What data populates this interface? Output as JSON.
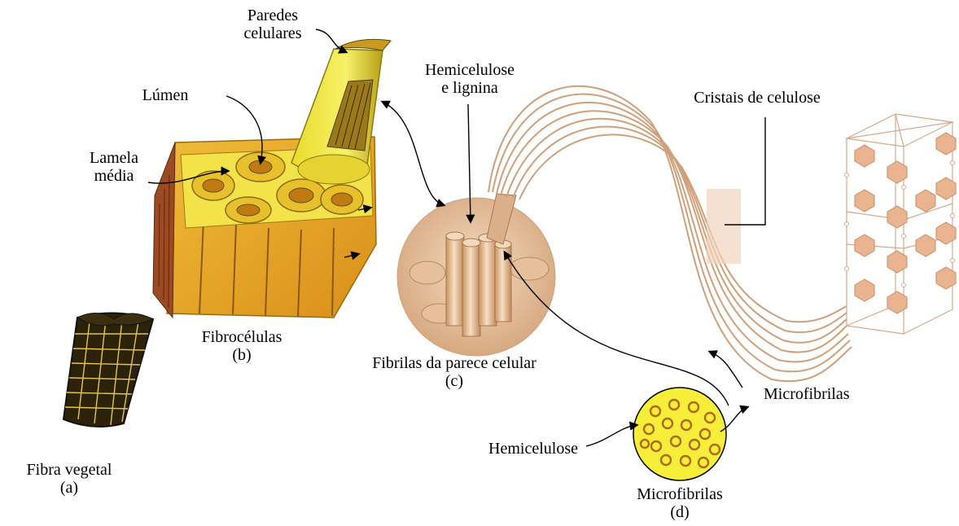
{
  "labels": {
    "paredes": "Paredes\ncelulares",
    "lumen": "Lúmen",
    "lamela": "Lamela\nmédia",
    "hemicelulose_lignina": "Hemicelulose\ne lignina",
    "cristais": "Cristais de celulose",
    "fibrocelulas": "Fibrocélulas\n(b)",
    "fibrilas": "Fibrilas da parece celular\n(c)",
    "fibra_vegetal": "Fibra vegetal\n(a)",
    "microfibrilas_right": "Microfibrilas",
    "hemicelulose": "Hemicelulose",
    "microfibrilas_d": "Microfibrilas\n(d)"
  },
  "colors": {
    "fiber_yellow": "#f2dd3a",
    "fiber_dark": "#c88a10",
    "wood_orange": "#e6a528",
    "fibril_tan": "#e8c6a2",
    "strand": "#cfa07a",
    "crystal": "#e9b48f",
    "micro_fill": "#f7ee3a"
  }
}
